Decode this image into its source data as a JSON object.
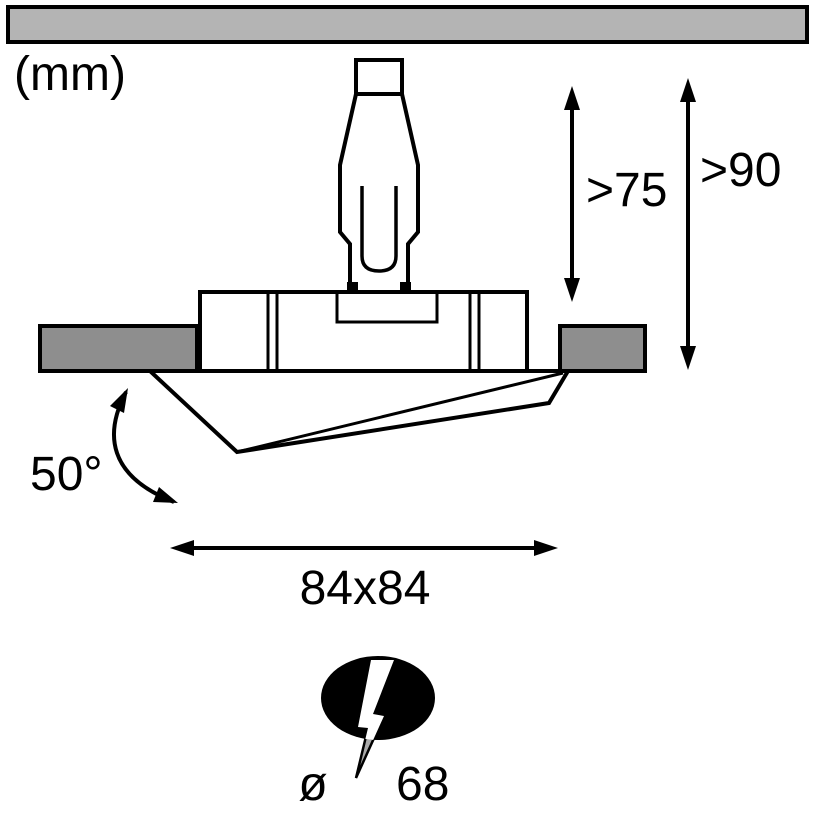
{
  "unit_label": "(mm)",
  "dimensions": {
    "connector_height": ">75",
    "recess_depth": ">90",
    "swivel_angle": "50°",
    "frame_size": "84x84",
    "cutout_symbol": "ø",
    "cutout_value": "68"
  },
  "icons": {
    "lightning_bolt": "electric-lightning-bolt"
  },
  "colors": {
    "ceiling_fill": "#b4b4b4",
    "mounting_fill": "#8e8e8e",
    "bolt_tail_fill": "#a9a9a9",
    "line": "#000000",
    "cutout_fill": "#000000"
  }
}
